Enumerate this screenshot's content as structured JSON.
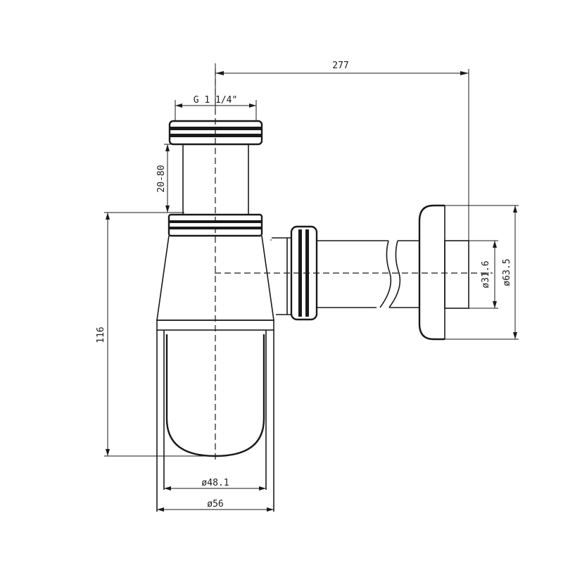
{
  "labels": {
    "overall_length": "277",
    "thread_size": "G 1 1/4\"",
    "adjust_range": "20-80",
    "height": "116",
    "dia_outlet_inner": "ø31.6",
    "dia_outlet_outer": "ø63.5",
    "dia_cup": "ø48.1",
    "dia_body": "ø56"
  }
}
